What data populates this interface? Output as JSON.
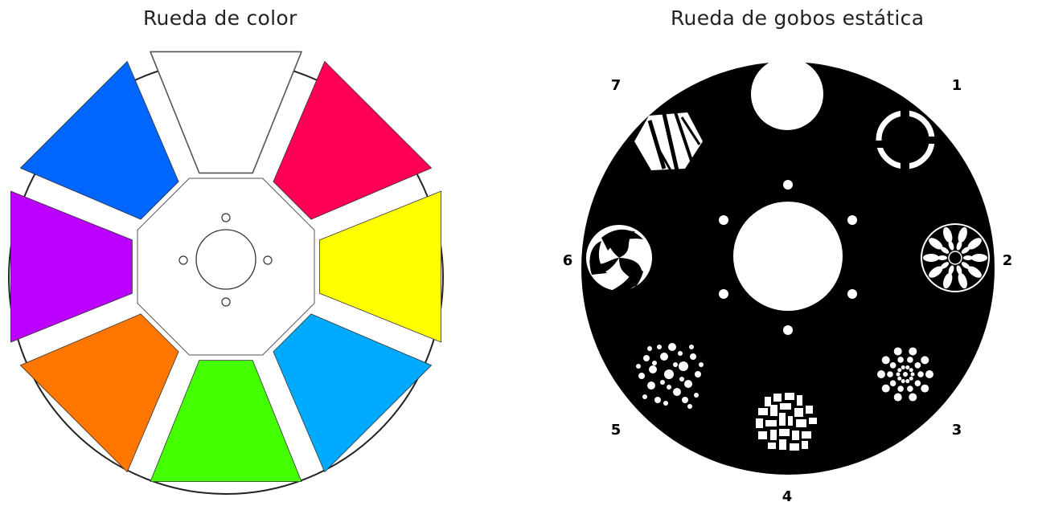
{
  "color_wheel": {
    "title": "Rueda de color",
    "segments": [
      {
        "name": "white",
        "color": "#ffffff"
      },
      {
        "name": "magenta",
        "color": "#ff0055"
      },
      {
        "name": "yellow",
        "color": "#ffff00"
      },
      {
        "name": "light-blue",
        "color": "#00aaff"
      },
      {
        "name": "green",
        "color": "#44ff00"
      },
      {
        "name": "orange",
        "color": "#ff7700"
      },
      {
        "name": "purple",
        "color": "#bb00ff"
      },
      {
        "name": "blue",
        "color": "#0066ff"
      }
    ]
  },
  "gobo_wheel": {
    "title": "Rueda de gobos estática",
    "labels": [
      "1",
      "2",
      "3",
      "4",
      "5",
      "6",
      "7"
    ],
    "disc_color": "#000000"
  }
}
